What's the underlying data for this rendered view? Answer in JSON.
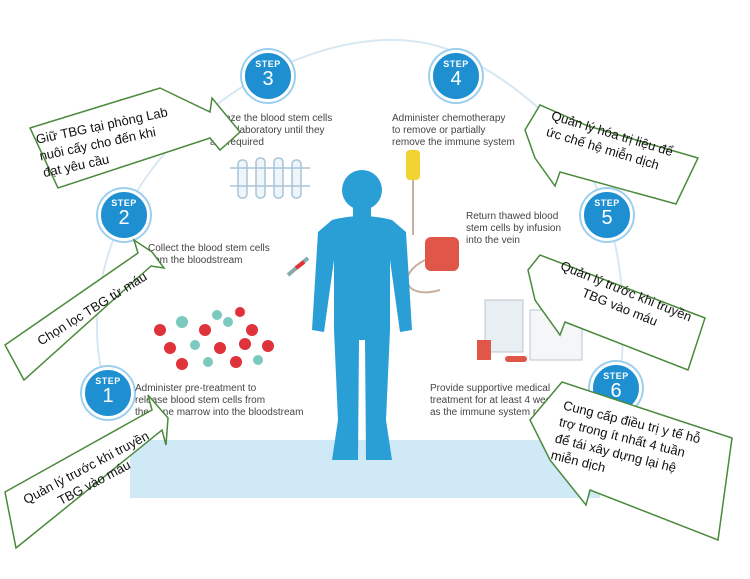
{
  "steps": [
    {
      "label": "STEP",
      "num": "1",
      "text": "Administer pre-treatment to\nrelease blood stem cells from\nthe bone marrow into the bloodstream"
    },
    {
      "label": "STEP",
      "num": "2",
      "text": "Collect the blood stem cells\nfrom the bloodstream"
    },
    {
      "label": "STEP",
      "num": "3",
      "text": "Freeze the blood stem cells\nin the laboratory until they\nare required"
    },
    {
      "label": "STEP",
      "num": "4",
      "text": "Administer chemotherapy\nto remove or partially\nremove the immune system"
    },
    {
      "label": "STEP",
      "num": "5",
      "text": "Return thawed blood\nstem cells by infusion\ninto the vein"
    },
    {
      "label": "STEP",
      "num": "6",
      "text": "Provide supportive medical\ntreatment for at least 4 weeks\nas the immune system rebuilds"
    }
  ],
  "callouts": {
    "c1": "Quản lý trước khi truyền\nTBG vào máu",
    "c2": "Chọn lọc TBG từ máu",
    "c3": "Giữ TBG tại phòng Lab\nnuôi cấy cho đến khi\nđạt yêu cầu",
    "c4": "Quản lý hóa trị liệu để\nức chế hệ miễn dịch",
    "c5": "Quản lý trước khi truyền\nTBG vào máu",
    "c6": "Cung cấp điều trị y tế hỗ\ntrợ trong ít nhất 4 tuần\nđể tái xây dựng lại hệ\nmiễn dịch"
  },
  "colors": {
    "accent": "#1e8fd1",
    "figure": "#2a9fd6",
    "blood": "#e0323a",
    "teal": "#7cc9c0"
  }
}
